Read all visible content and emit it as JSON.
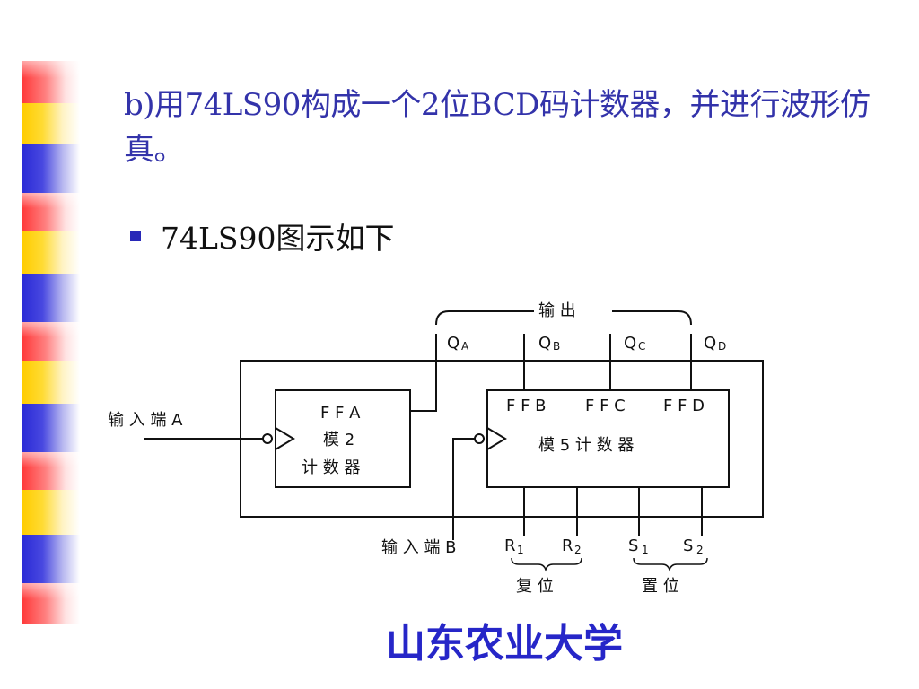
{
  "slide": {
    "title": "b)用74LS90构成一个2位BCD码计数器，并进行波形仿真。",
    "bullet": "74LS90图示如下",
    "footer": "山东农业大学"
  },
  "diagram": {
    "output_label": "输 出",
    "qa": "Q",
    "qa_sub": "A",
    "qb": "Q",
    "qb_sub": "B",
    "qc": "Q",
    "qc_sub": "C",
    "qd": "Q",
    "qd_sub": "D",
    "input_a": "输 入 端 A",
    "ffa_line1": "F F A",
    "ffa_line2": "模 2",
    "ffa_line3": "计 数 器",
    "ffb": "F F B",
    "ffc": "F F C",
    "ffd": "F F D",
    "mod5": "模 5 计 数 器",
    "input_b": "输 入 端 B",
    "r1": "R",
    "r1_sub": "1",
    "r2": "R",
    "r2_sub": "2",
    "s1": "S",
    "s1_sub": "1",
    "s2": "S",
    "s2_sub": "2",
    "reset": "复 位",
    "set": "置 位"
  },
  "colors": {
    "title": "#3333aa",
    "bullet": "#2828b8",
    "footer": "#2626c8",
    "stripe_red": "#ff3a3a",
    "stripe_yellow": "#ffcc00",
    "stripe_blue": "#2b2bd6"
  }
}
